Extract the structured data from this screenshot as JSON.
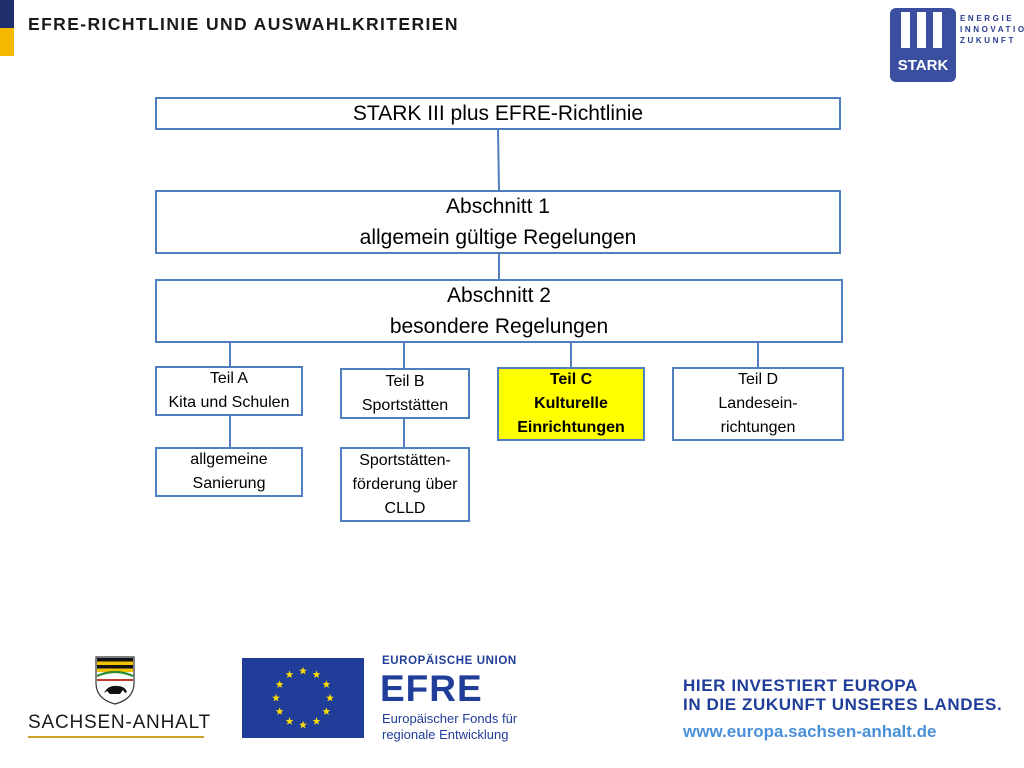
{
  "header": {
    "title": "EFRE-RICHTLINIE UND AUSWAHLKRITERIEN"
  },
  "stark_logo": {
    "wordmark": "STARK",
    "tagline": [
      "ENERGIE",
      "INNOVATION",
      "ZUKUNFT"
    ]
  },
  "diagram": {
    "root": "STARK III plus EFRE-Richtlinie",
    "section1": [
      "Abschnitt 1",
      "allgemein gültige Regelungen"
    ],
    "section2": [
      "Abschnitt 2",
      "besondere Regelungen"
    ],
    "parts": {
      "a": [
        "Teil A",
        "Kita und Schulen"
      ],
      "b": [
        "Teil B",
        "Sportstätten"
      ],
      "c": [
        "Teil C",
        "Kulturelle",
        "Einrichtungen"
      ],
      "d": [
        "Teil D",
        "Landesein-",
        "richtungen"
      ]
    },
    "sub_a": [
      "allgemeine",
      "Sanierung"
    ],
    "sub_b": [
      "Sportstätten-",
      "förderung über",
      "CLLD"
    ],
    "highlight_color": "#ffff00"
  },
  "footer": {
    "state_name": "SACHSEN-ANHALT",
    "eu_heading": "EUROPÄISCHE UNION",
    "fund_short": "EFRE",
    "fund_long": [
      "Europäischer Fonds für",
      "regionale Entwicklung"
    ],
    "slogan": [
      "HIER INVESTIERT EUROPA",
      "IN DIE ZUKUNFT UNSERES LANDES."
    ],
    "url": "www.europa.sachsen-anhalt.de"
  }
}
